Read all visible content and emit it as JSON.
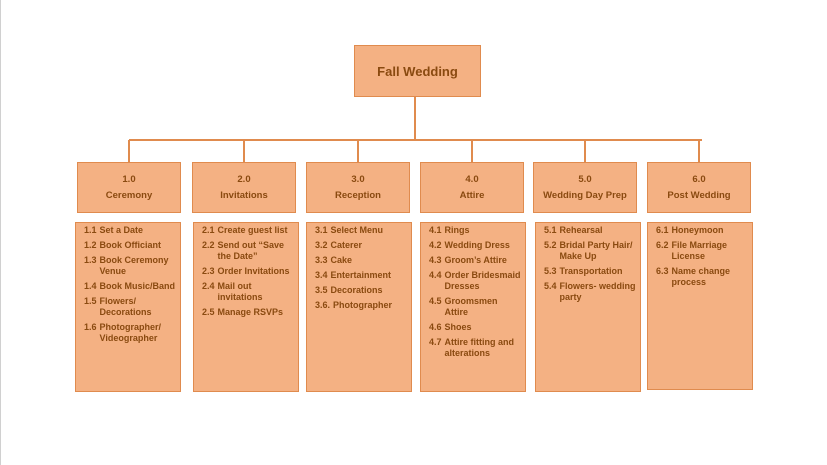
{
  "root": {
    "title": "Fall Wedding"
  },
  "branches": [
    {
      "num": "1.0",
      "name": "Ceremony",
      "items": [
        {
          "n": "1.1",
          "t": "Set a Date"
        },
        {
          "n": "1.2",
          "t": "Book Officiant"
        },
        {
          "n": "1.3",
          "t": "Book Ceremony Venue"
        },
        {
          "n": "1.4",
          "t": "Book Music/Band"
        },
        {
          "n": "1.5",
          "t": "Flowers/ Decorations"
        },
        {
          "n": "1.6",
          "t": "Photographer/ Videographer"
        }
      ]
    },
    {
      "num": "2.0",
      "name": "Invitations",
      "items": [
        {
          "n": "2.1",
          "t": "Create guest list"
        },
        {
          "n": "2.2",
          "t": "Send out “Save the Date”"
        },
        {
          "n": "2.3",
          "t": "Order Invitations"
        },
        {
          "n": "2.4",
          "t": "Mail out invitations"
        },
        {
          "n": "2.5",
          "t": "Manage RSVPs"
        }
      ]
    },
    {
      "num": "3.0",
      "name": "Reception",
      "items": [
        {
          "n": "3.1",
          "t": "Select Menu"
        },
        {
          "n": "3.2",
          "t": "Caterer"
        },
        {
          "n": "3.3",
          "t": "Cake"
        },
        {
          "n": "3.4",
          "t": "Entertainment"
        },
        {
          "n": "3.5",
          "t": "Decorations"
        },
        {
          "n": "3.6.",
          "t": "Photographer"
        }
      ]
    },
    {
      "num": "4.0",
      "name": "Attire",
      "items": [
        {
          "n": "4.1",
          "t": "Rings"
        },
        {
          "n": "4.2",
          "t": "Wedding Dress"
        },
        {
          "n": "4.3",
          "t": "Groom’s Attire"
        },
        {
          "n": "4.4",
          "t": "Order Bridesmaid Dresses"
        },
        {
          "n": "4.5",
          "t": "Groomsmen Attire"
        },
        {
          "n": "4.6",
          "t": "Shoes"
        },
        {
          "n": "4.7",
          "t": "Attire fitting and alterations"
        }
      ]
    },
    {
      "num": "5.0",
      "name": "Wedding Day Prep",
      "items": [
        {
          "n": "5.1",
          "t": "Rehearsal"
        },
        {
          "n": "5.2",
          "t": "Bridal Party Hair/ Make Up"
        },
        {
          "n": "5.3",
          "t": "Transportation"
        },
        {
          "n": "5.4",
          "t": "Flowers- wedding party"
        }
      ]
    },
    {
      "num": "6.0",
      "name": "Post Wedding",
      "items": [
        {
          "n": "6.1",
          "t": "Honeymoon"
        },
        {
          "n": "6.2",
          "t": "File Marriage License"
        },
        {
          "n": "6.3",
          "t": "Name change process"
        }
      ]
    }
  ],
  "colors": {
    "fill": "#f4b183",
    "border": "#e08b4e",
    "text": "#8a4a10"
  }
}
